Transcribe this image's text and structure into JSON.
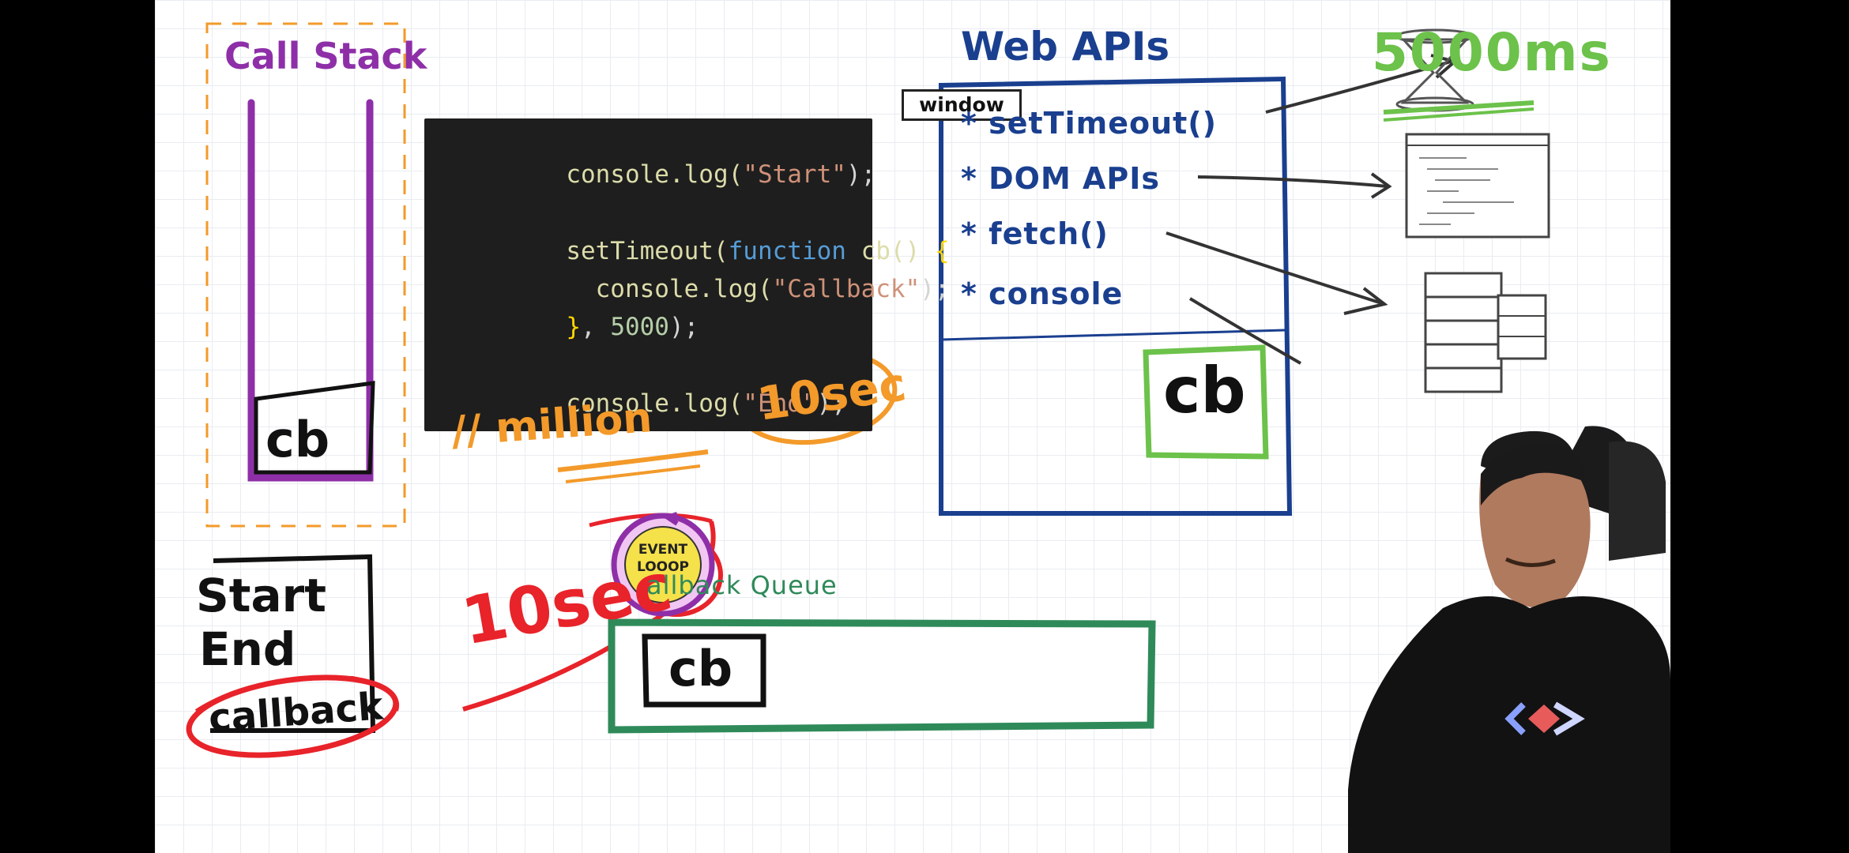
{
  "call_stack": {
    "title": "Call Stack",
    "frame_label": "cb"
  },
  "code_editor": {
    "lines": [
      {
        "fn": "console.log(",
        "str": "\"Start\"",
        "end": ");"
      },
      {
        "text": ""
      },
      {
        "fn": "setTimeout(",
        "kw": "function",
        "name": " cb() ",
        "brace": "{"
      },
      {
        "indent": "  ",
        "fn": "console.log(",
        "str": "\"Callback\"",
        "end": ");"
      },
      {
        "brace": "}",
        "punc": ", ",
        "num": "5000",
        "end": ");"
      },
      {
        "text": ""
      },
      {
        "fn": "console.log(",
        "str": "\"End\"",
        "end": ");"
      }
    ],
    "annotation_comment": "// million",
    "annotation_time": "10sec"
  },
  "web_apis": {
    "title": "Web APIs",
    "window_tag": "window",
    "items": [
      "* setTimeout()",
      "* DOM APIs",
      "* fetch()",
      "* console"
    ],
    "pending_callback": "cb"
  },
  "timer": {
    "label": "5000ms"
  },
  "event_loop": {
    "label_line1": "EVENT",
    "label_line2": "LOOOP"
  },
  "console_output": {
    "lines": [
      "Start",
      "End",
      "callback"
    ]
  },
  "red_annotation": "10sec",
  "callback_queue": {
    "title": "allback Queue",
    "item": "cb"
  },
  "colors": {
    "purple": "#8e2fa8",
    "orange": "#f39a2a",
    "blue": "#1a3f8f",
    "green": "#6cc24a",
    "queue_green": "#2f8a5a",
    "red": "#e8232a",
    "code_bg": "#1e1e1e"
  },
  "icons": [
    "hourglass-icon",
    "html-doc-icon",
    "server-icon",
    "event-loop-icon"
  ]
}
